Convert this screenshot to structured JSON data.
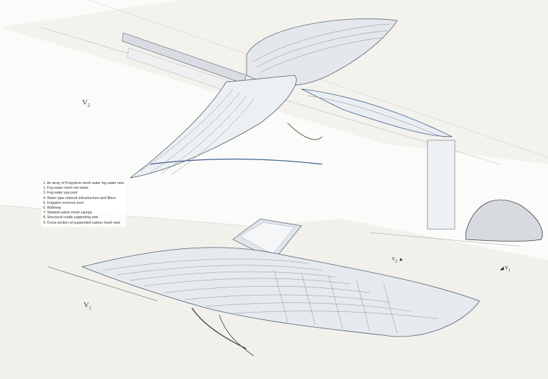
{
  "views": {
    "v2": {
      "main": "V",
      "sub": "2"
    },
    "v1": {
      "main": "V",
      "sub": "1"
    }
  },
  "legend": {
    "items": [
      "1. An array of Propylene mesh water fog water nets",
      "2. Fog water mesh net dome",
      "3. Fog water spa pool",
      "4. Water pipe network infrastructure and filters",
      "5. Irrigation reservoir pool",
      "6. Walkway",
      "7. Striated cabon mesh canopy",
      "8. Structural cradle supporting nets",
      "9. Cross section of suspended carbon mesh nets"
    ]
  },
  "markers": {
    "v2": {
      "main": "V",
      "sub": "2"
    },
    "v1": {
      "main": "V",
      "sub": "1"
    }
  },
  "colors": {
    "ground": "#f2f1ec",
    "mesh_dark": "#4a5a70",
    "mesh_light": "#a9b6c4",
    "accent_blue": "#3e5a8c"
  }
}
